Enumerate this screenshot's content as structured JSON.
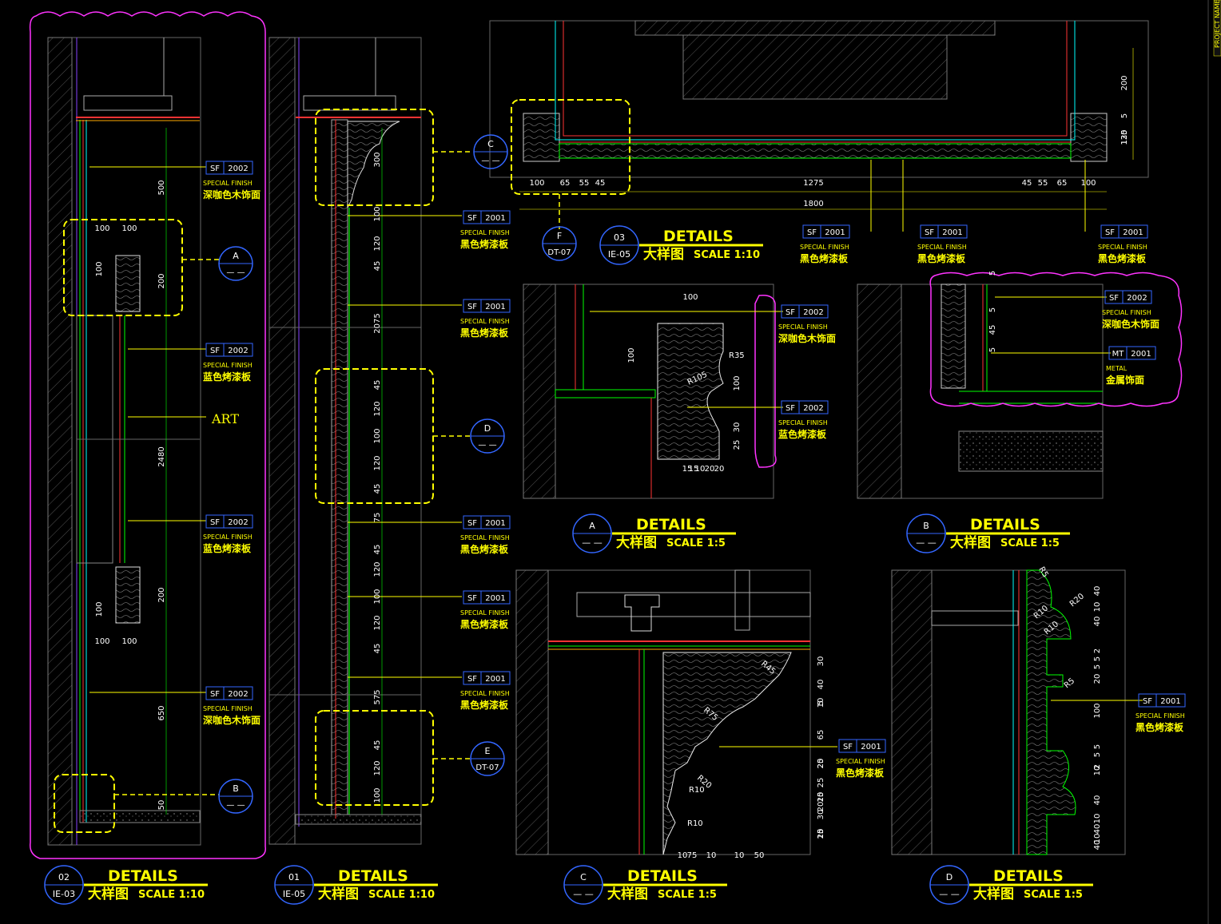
{
  "colors": {
    "background": "#000000",
    "highlight": "#ffff00",
    "magenta": "#ff33ff",
    "green": "#00ff00",
    "cyan": "#00ffff",
    "white": "#ffffff",
    "grey": "#666666",
    "red": "#ff3333"
  },
  "sidebar": {
    "project_name_label": "PROJECT NAME"
  },
  "panels": [
    {
      "id": "p02",
      "title": "DETAILS",
      "subtitle": "大样图",
      "scale": "SCALE 1:10",
      "num": "02",
      "ref": "IE-03"
    },
    {
      "id": "p01",
      "title": "DETAILS",
      "subtitle": "大样图",
      "scale": "SCALE 1:10",
      "num": "01",
      "ref": "IE-05"
    },
    {
      "id": "p03",
      "title": "DETAILS",
      "subtitle": "大样图",
      "scale": "SCALE 1:10",
      "num": "03",
      "ref": "IE-05"
    },
    {
      "id": "pA",
      "title": "DETAILS",
      "subtitle": "大样图",
      "scale": "SCALE 1:5",
      "num": "A",
      "ref": "— —"
    },
    {
      "id": "pB",
      "title": "DETAILS",
      "subtitle": "大样图",
      "scale": "SCALE 1:5",
      "num": "B",
      "ref": "— —"
    },
    {
      "id": "pC",
      "title": "DETAILS",
      "subtitle": "大样图",
      "scale": "SCALE 1:5",
      "num": "C",
      "ref": "— —"
    },
    {
      "id": "pD",
      "title": "DETAILS",
      "subtitle": "大样图",
      "scale": "SCALE 1:5",
      "num": "D",
      "ref": "— —"
    }
  ],
  "callouts": [
    {
      "num": "A",
      "ref": "— —"
    },
    {
      "num": "B",
      "ref": "— —"
    },
    {
      "num": "C",
      "ref": "— —"
    },
    {
      "num": "D",
      "ref": "— —"
    },
    {
      "num": "E",
      "ref": "DT-07"
    },
    {
      "num": "F",
      "ref": "DT-07"
    }
  ],
  "tags": [
    {
      "code": "SF",
      "num": "2002",
      "sub": "SPECIAL FINISH",
      "desc": "深咖色木饰面"
    },
    {
      "code": "SF",
      "num": "2002",
      "sub": "SPECIAL FINISH",
      "desc": "蓝色烤漆板"
    },
    {
      "code": "SF",
      "num": "2002",
      "sub": "SPECIAL FINISH",
      "desc": "蓝色烤漆板"
    },
    {
      "code": "SF",
      "num": "2002",
      "sub": "SPECIAL FINISH",
      "desc": "深咖色木饰面"
    },
    {
      "code": "SF",
      "num": "2001",
      "sub": "SPECIAL FINISH",
      "desc": "黑色烤漆板"
    },
    {
      "code": "SF",
      "num": "2001",
      "sub": "SPECIAL FINISH",
      "desc": "黑色烤漆板"
    },
    {
      "code": "SF",
      "num": "2001",
      "sub": "SPECIAL FINISH",
      "desc": "黑色烤漆板"
    },
    {
      "code": "SF",
      "num": "2001",
      "sub": "SPECIAL FINISH",
      "desc": "黑色烤漆板"
    },
    {
      "code": "SF",
      "num": "2001",
      "sub": "SPECIAL FINISH",
      "desc": "黑色烤漆板"
    },
    {
      "code": "SF",
      "num": "2001",
      "sub": "SPECIAL FINISH",
      "desc": "黑色烤漆板"
    },
    {
      "code": "SF",
      "num": "2001",
      "sub": "SPECIAL FINISH",
      "desc": "黑色烤漆板"
    },
    {
      "code": "SF",
      "num": "2001",
      "sub": "SPECIAL FINISH",
      "desc": "黑色烤漆板"
    },
    {
      "code": "SF",
      "num": "2002",
      "sub": "SPECIAL FINISH",
      "desc": "深咖色木饰面"
    },
    {
      "code": "SF",
      "num": "2002",
      "sub": "SPECIAL FINISH",
      "desc": "蓝色烤漆板"
    },
    {
      "code": "SF",
      "num": "2002",
      "sub": "SPECIAL FINISH",
      "desc": "深咖色木饰面"
    },
    {
      "code": "MT",
      "num": "2001",
      "sub": "METAL",
      "desc": "金属饰面"
    },
    {
      "code": "SF",
      "num": "2001",
      "sub": "SPECIAL FINISH",
      "desc": "黑色烤漆板"
    },
    {
      "code": "SF",
      "num": "2001",
      "sub": "SPECIAL FINISH",
      "desc": "黑色烤漆板"
    }
  ],
  "art_label": "ART",
  "dims": {
    "p02": [
      "500",
      "100",
      "100",
      "100",
      "200",
      "2480",
      "200",
      "100",
      "100",
      "100",
      "650",
      "50"
    ],
    "p01": [
      "300",
      "100",
      "120",
      "45",
      "2075",
      "45",
      "120",
      "100",
      "120",
      "45",
      "75",
      "45",
      "120",
      "100",
      "120",
      "45",
      "575",
      "45",
      "120",
      "100"
    ],
    "p03_bottom": [
      "100",
      "65",
      "55",
      "45",
      "1275",
      "45",
      "55",
      "65",
      "100"
    ],
    "p03_total": "1800",
    "p03_right": [
      "200",
      "5",
      "125",
      "130"
    ],
    "pA": [
      "100",
      "100",
      "R35",
      "R105",
      "100",
      "25",
      "30",
      "15",
      "15",
      "10",
      "20",
      "20"
    ],
    "pB": [
      "5",
      "5",
      "45",
      "5"
    ],
    "pC": [
      "R45",
      "R75",
      "R20",
      "R10",
      "R10",
      "30",
      "40",
      "10",
      "5",
      "65",
      "25",
      "20",
      "25",
      "25",
      "10",
      "20",
      "30",
      "10",
      "25",
      "15",
      "15",
      "15",
      "10",
      "75",
      "10",
      "10",
      "50"
    ],
    "pD": [
      "R5",
      "R20",
      "R10",
      "R10",
      "R5",
      "40",
      "10",
      "40",
      "2",
      "5",
      "5",
      "20",
      "100",
      "5",
      "5",
      "2",
      "10",
      "40",
      "10",
      "40",
      "10",
      "40"
    ]
  }
}
